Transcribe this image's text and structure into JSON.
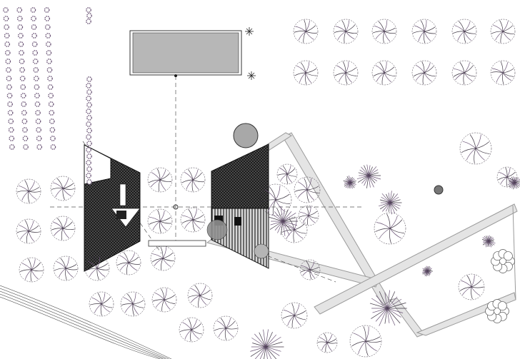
{
  "colors": {
    "background": "#ffffff",
    "ink": "#2f2f33",
    "tree_ink": "#3b3340",
    "tree_purple": "#6a5475",
    "path_fill": "#e4e4e4",
    "path_edge": "#9a9a9a",
    "pool_fill": "#b7b7b7",
    "roof_hatch": "#2a2a2a",
    "gray_circle": "#a8a8a8"
  },
  "drawing": {
    "type": "site-plan",
    "buildings": 2,
    "pool": 1,
    "text_labels": []
  }
}
